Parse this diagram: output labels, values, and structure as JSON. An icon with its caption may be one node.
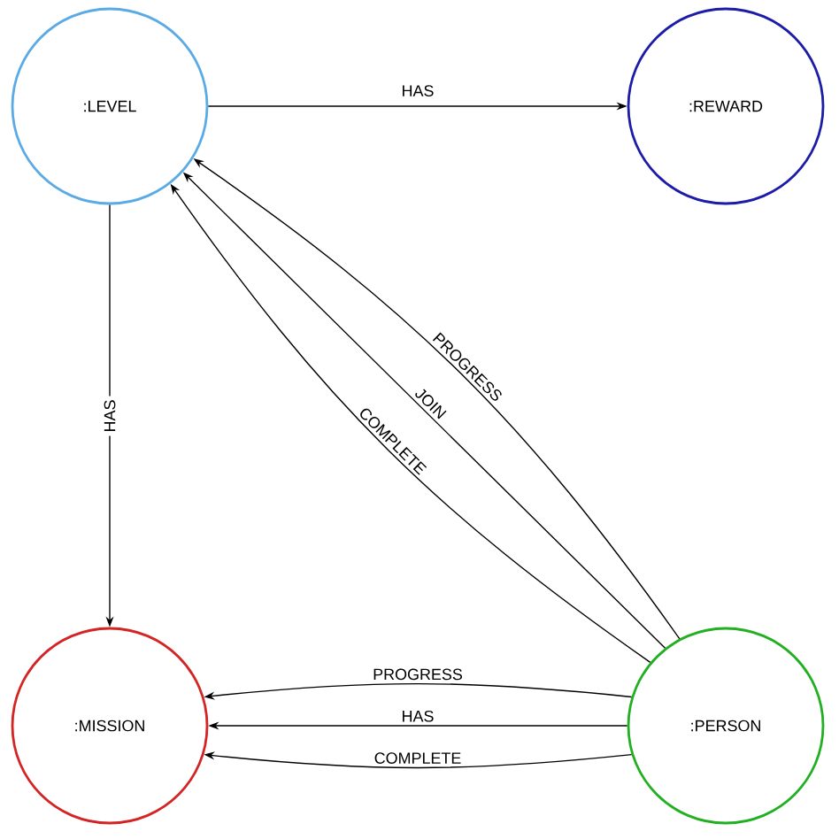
{
  "diagram": {
    "nodes": [
      {
        "text": [
          ":LEVEL"
        ]
      },
      {
        "text": [
          ":REWARD"
        ]
      },
      {
        "text": [
          ":MISSION"
        ]
      },
      {
        "text": [
          ":PERSON"
        ]
      }
    ],
    "edges": [
      {
        "from": 0,
        "to": 1,
        "arrow": "to",
        "label": "HAS"
      },
      {
        "from": 0,
        "to": 2,
        "arrow": "to",
        "label": "HAS"
      },
      {
        "from": 3,
        "to": 0,
        "arrow": "to",
        "label": "PROGRESS"
      },
      {
        "from": 3,
        "to": 0,
        "arrow": "to",
        "label": "JOIN"
      },
      {
        "from": 3,
        "to": 0,
        "arrow": "to",
        "label": "COMPLETE"
      },
      {
        "from": 3,
        "to": 2,
        "arrow": "to",
        "label": "PROGRESS"
      },
      {
        "from": 3,
        "to": 2,
        "arrow": "to",
        "label": "HAS"
      },
      {
        "from": 3,
        "to": 2,
        "arrow": "to",
        "label": "COMPLETE"
      }
    ]
  }
}
